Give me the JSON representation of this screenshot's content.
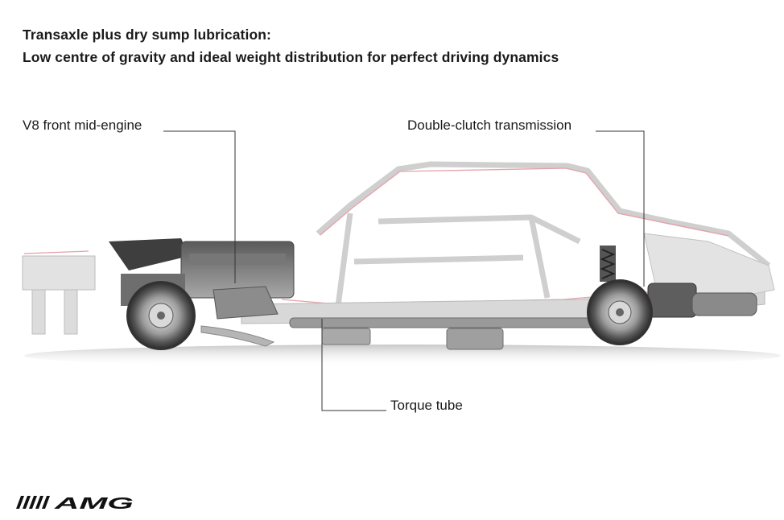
{
  "header": {
    "title_line1": "Transaxle plus dry sump lubrication:",
    "title_line2": "Low centre of gravity and ideal weight distribution for perfect driving dynamics"
  },
  "callouts": {
    "engine": "V8 front mid-engine",
    "transmission": "Double-clutch transmission",
    "torque_tube": "Torque tube"
  },
  "brand": {
    "logo_text": "AMG",
    "logo_name": "amg-logo"
  },
  "colors": {
    "text": "#1a1a1a",
    "chassis": "#d6d6d6",
    "frame_highlight": "#e6a0a8",
    "leader_line": "#333333"
  }
}
